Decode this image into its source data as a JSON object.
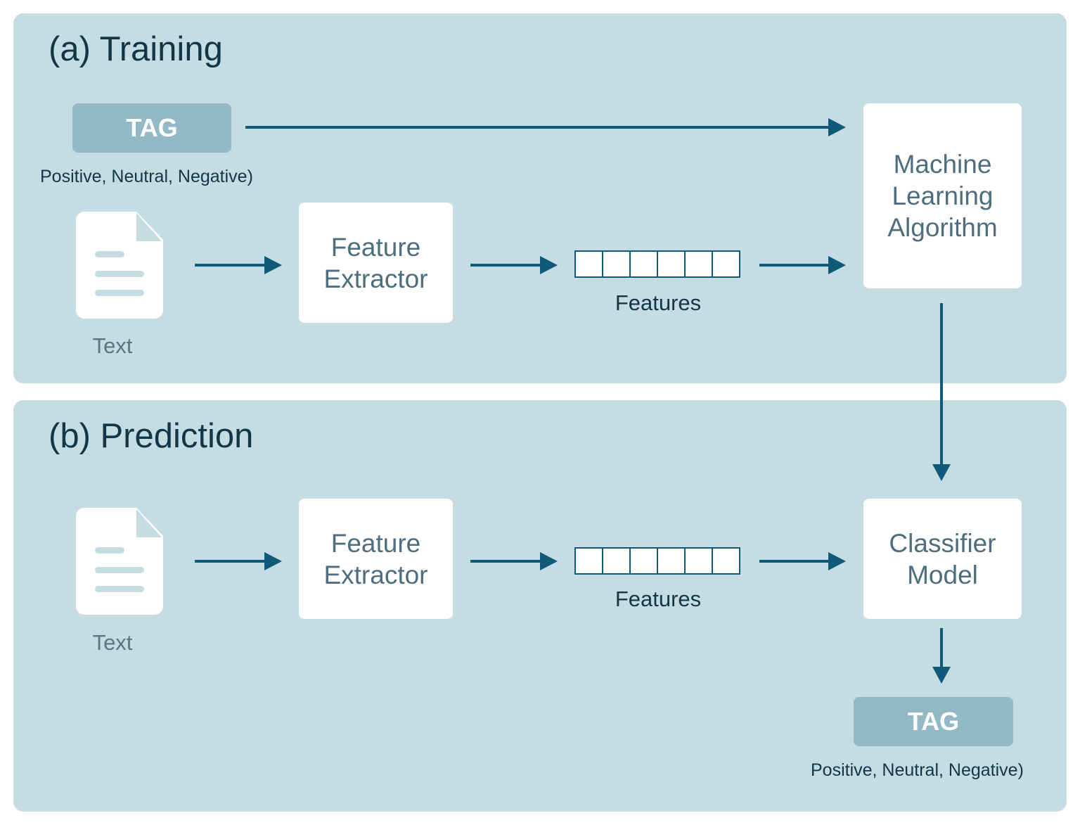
{
  "training": {
    "title": "(a) Training",
    "tag_label": "TAG",
    "tag_sublabel": "Positive, Neutral, Negative)",
    "text_label": "Text",
    "feature_extractor": [
      "Feature",
      "Extractor"
    ],
    "features_label": "Features",
    "algorithm": [
      "Machine",
      "Learning",
      "Algorithm"
    ]
  },
  "prediction": {
    "title": "(b) Prediction",
    "text_label": "Text",
    "feature_extractor": [
      "Feature",
      "Extractor"
    ],
    "features_label": "Features",
    "classifier": [
      "Classifier",
      "Model"
    ],
    "tag_label": "TAG",
    "tag_sublabel": "Positive, Neutral, Negative)"
  },
  "colors": {
    "panel_bg": "#c6dce3",
    "arrow": "#0f5a79",
    "title_text": "#123648",
    "box_text": "#4e6d7e",
    "tag_bg": "#93b8c6",
    "doc_fill": "#ffffff",
    "doc_fold": "#c6dce3",
    "doc_lines": "#c6dce3"
  },
  "icons": [
    "document-icon",
    "feature-vector-icon",
    "arrow-right-icon",
    "arrow-down-icon"
  ]
}
